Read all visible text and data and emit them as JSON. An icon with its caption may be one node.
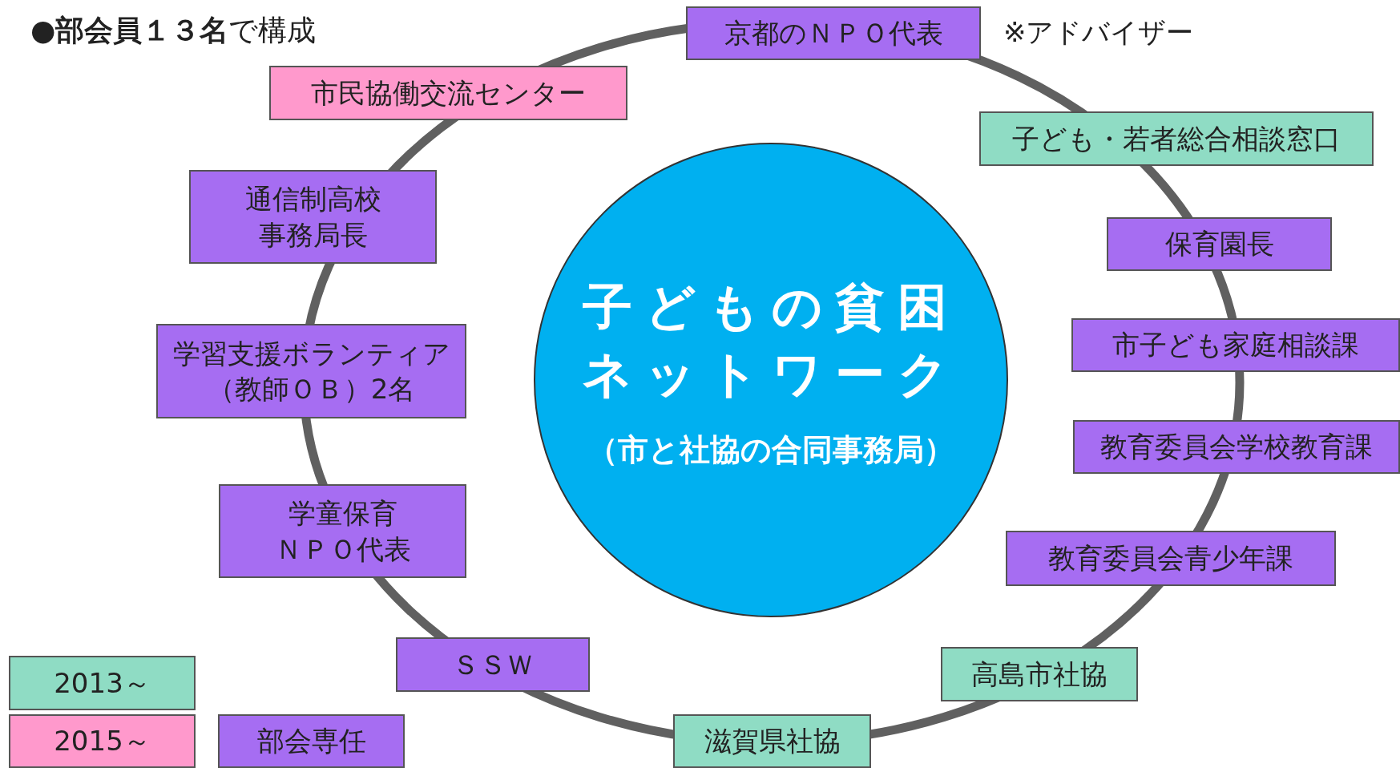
{
  "diagram": {
    "title": "**●部会員１３名**で構成",
    "nodes": [
      {
        "text": [
          "子どもの貧困ネットワーク",
          "（市と社協の合同事務局）"
        ]
      },
      {
        "text": [
          "京都のＮＰＯ代表"
        ]
      },
      {
        "text": [
          "市民協働交流センター"
        ]
      },
      {
        "text": [
          "子ども・若者総合相談窓口"
        ]
      },
      {
        "text": [
          "通信制高校事務局長"
        ]
      },
      {
        "text": [
          "保育園長"
        ]
      },
      {
        "text": [
          "市子ども家庭相談課"
        ]
      },
      {
        "text": [
          "学習支援ボランティア（教師ＯＢ）2名"
        ]
      },
      {
        "text": [
          "教育委員会学校教育課"
        ]
      },
      {
        "text": [
          "学童保育ＮＰＯ代表"
        ]
      },
      {
        "text": [
          "教育委員会青少年課"
        ]
      },
      {
        "text": [
          "ＳＳＷ"
        ]
      },
      {
        "text": [
          "高島市社協"
        ]
      },
      {
        "text": [
          "滋賀県社協"
        ]
      },
      {
        "text": [
          "部会専任"
        ]
      }
    ],
    "labels": [
      "※アドバイザー"
    ],
    "legend": [
      {
        "text": "2013～",
        "color": "#8fdcc4"
      },
      {
        "text": "2015～",
        "color": "#ff99cc"
      }
    ]
  }
}
